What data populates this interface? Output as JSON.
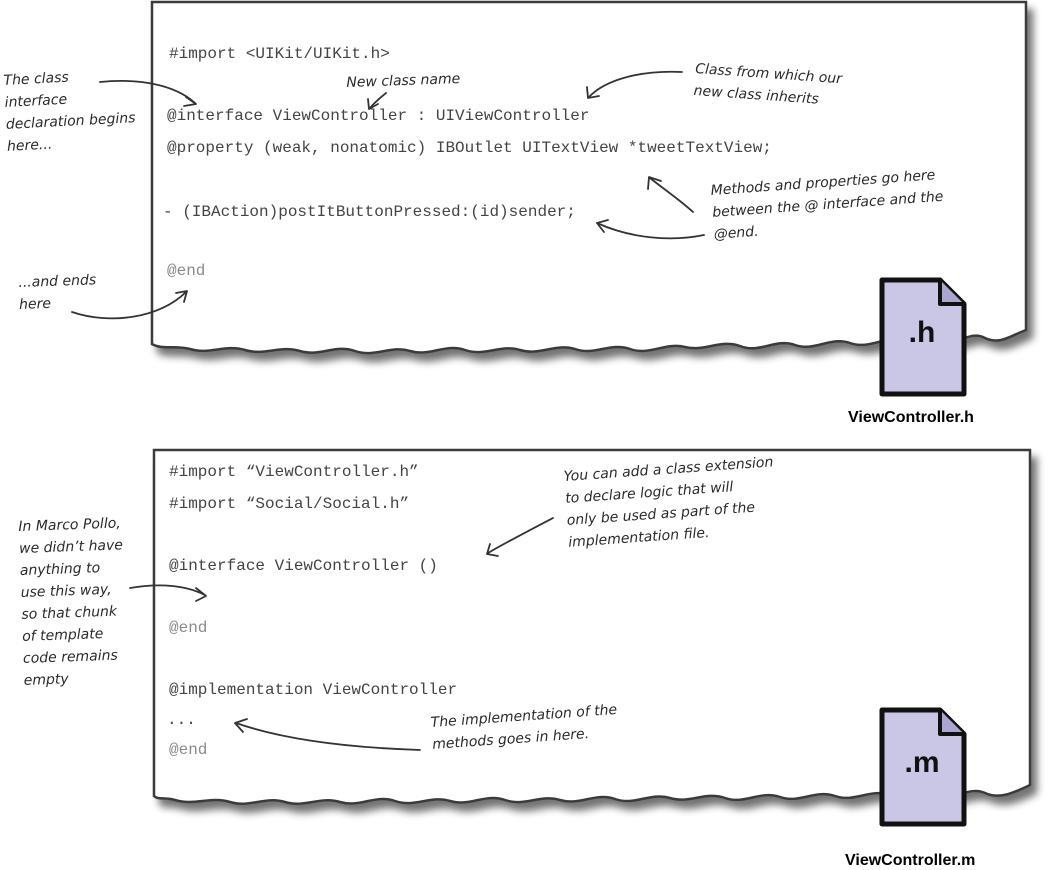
{
  "header_file": {
    "code": {
      "import": "#import <UIKit/UIKit.h>",
      "interface": "@interface ViewController : UIViewController",
      "property": "@property (weak, nonatomic) IBOutlet UITextView *tweetTextView;",
      "method": "- (IBAction)postItButtonPressed:(id)sender;",
      "end": "@end"
    },
    "annotations": {
      "class_begins": "The class\ninterface\ndeclaration begins\nhere...",
      "new_class_name": "New class name",
      "inherits": "Class from which our\nnew class inherits",
      "methods_props": "Methods and properties go here\nbetween the @ interface and the\n@end.",
      "ends_here": "...and ends\nhere"
    },
    "file_icon": {
      "extension": ".h",
      "caption": "ViewController.h",
      "color": "#c9c6e6"
    }
  },
  "implementation_file": {
    "code": {
      "import_vc": "#import “ViewController.h”",
      "import_social": "#import “Social/Social.h”",
      "interface_ext": "@interface ViewController ()",
      "end1": "@end",
      "implementation": "@implementation ViewController",
      "ellipsis": "...",
      "end2": "@end"
    },
    "annotations": {
      "class_extension": "You can add a class extension\nto declare logic that will\nonly be used as part of the\nimplementation file.",
      "marco_pollo": "In Marco Pollo,\nwe didn’t have\nanything to\nuse this way,\nso that chunk\nof template\ncode remains\nempty",
      "implementation_goes": "The implementation of the\nmethods goes in here."
    },
    "file_icon": {
      "extension": ".m",
      "caption": "ViewController.m",
      "color": "#c9c6e6"
    }
  }
}
